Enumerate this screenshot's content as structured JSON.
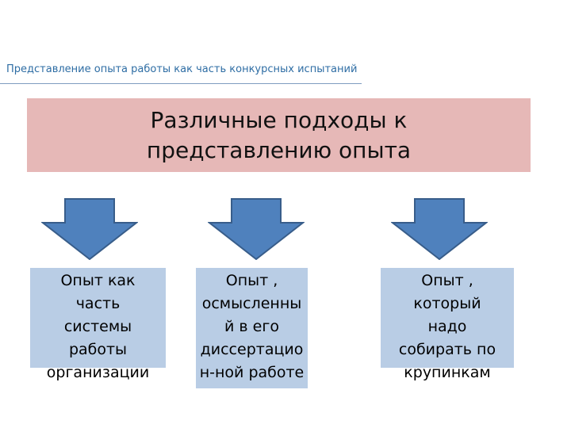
{
  "header": {
    "subtitle": "Представление опыта работы как часть конкурсных испытаний"
  },
  "banner": {
    "title_line1": "Различные подходы к",
    "title_line2": "представлению опыта"
  },
  "boxes": [
    {
      "lines": [
        "Опыт  как",
        "часть",
        "системы",
        "работы",
        "организации"
      ]
    },
    {
      "lines": [
        "Опыт ,",
        "осмысленны",
        "й в его",
        "диссертацио",
        "н-ной работе"
      ]
    },
    {
      "lines": [
        "Опыт ,",
        "который",
        "надо",
        "собирать по",
        "крупинкам"
      ]
    }
  ],
  "colors": {
    "banner": "#e6b8b7",
    "arrow_fill": "#4f81bd",
    "arrow_stroke": "#385d8a",
    "box": "#b9cde5",
    "subtitle": "#2e6da4"
  }
}
